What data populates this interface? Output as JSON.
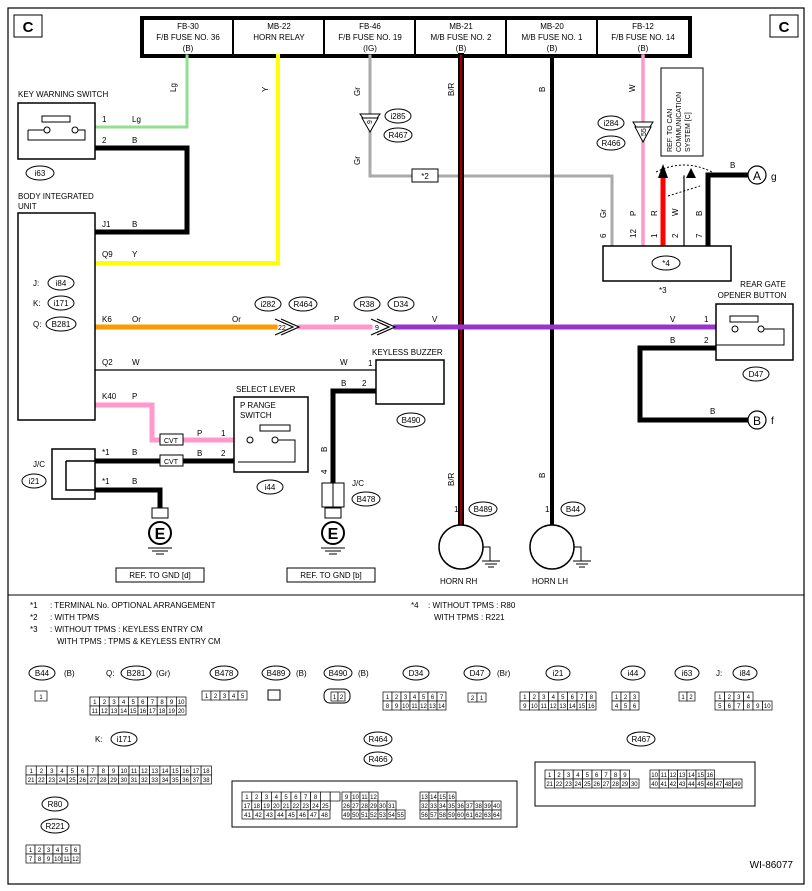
{
  "corner_label": "C",
  "fuses": [
    {
      "l1": "FB-30",
      "l2": "F/B FUSE NO. 36",
      "l3": "(B)"
    },
    {
      "l1": "MB-22",
      "l2": "HORN RELAY",
      "l3": ""
    },
    {
      "l1": "FB-46",
      "l2": "F/B FUSE NO. 19",
      "l3": "(IG)"
    },
    {
      "l1": "MB-21",
      "l2": "M/B FUSE NO. 2",
      "l3": "(B)"
    },
    {
      "l1": "MB-20",
      "l2": "M/B FUSE NO. 1",
      "l3": "(B)"
    },
    {
      "l1": "FB-12",
      "l2": "F/B FUSE NO. 14",
      "l3": "(B)"
    }
  ],
  "colors": {
    "lg": "#90e090",
    "y": "#ffff00",
    "or": "#ff9900",
    "p": "#ff99cc",
    "v": "#9933cc",
    "gr": "#aaaaaa",
    "br": "#990000",
    "r": "#ff0000",
    "b": "#000000"
  },
  "components": {
    "key_warning_switch": "KEY WARNING SWITCH",
    "i63": "i63",
    "body_unit_1": "BODY INTEGRATED",
    "body_unit_2": "UNIT",
    "j_label": "J:",
    "k_label": "K:",
    "q_label": "Q:",
    "i84": "i84",
    "i171": "i171",
    "b281": "B281",
    "keyless_buzzer": "KEYLESS BUZZER",
    "b490": "B490",
    "select_lever": "SELECT LEVER",
    "p_range_1": "P RANGE",
    "p_range_2": "SWITCH",
    "i44": "i44",
    "jc": "J/C",
    "i21": "i21",
    "b478": "B478",
    "horn_rh": "HORN RH",
    "horn_lh": "HORN LH",
    "b489": "B489",
    "b44": "B44",
    "rear_gate_1": "REAR GATE",
    "rear_gate_2": "OPENER BUTTON",
    "d47": "D47",
    "star4": "*4",
    "star3": "*3",
    "ref_can_1": "REF. TO CAN",
    "ref_can_2": "COMMUNICATION",
    "ref_can_3": "SYSTEM [C]",
    "ref_gnd_d": "REF. TO GND [d]",
    "ref_gnd_b": "REF. TO GND [b]",
    "conn_i282": "i282",
    "conn_r464": "R464",
    "conn_r38": "R38",
    "conn_d34": "D34",
    "conn_i285": "i285",
    "conn_r467": "R467",
    "conn_i284": "i284",
    "conn_r466": "R466",
    "off_a": "A",
    "off_a_sub": "g",
    "off_b": "B",
    "off_b_sub": "f",
    "cvt": "CVT",
    "star2": "*2",
    "star1": "*1"
  },
  "wire_labels": {
    "lg": "Lg",
    "y": "Y",
    "b": "B",
    "gr": "Gr",
    "br": "B/R",
    "w": "W",
    "or": "Or",
    "p": "P",
    "v": "V",
    "r": "R",
    "pin1": "1",
    "pin2": "2",
    "pin4": "4",
    "pin6": "6",
    "pin7": "7",
    "pin9": "9",
    "pin12": "12",
    "pin22": "22",
    "pin55": "55",
    "j1": "J1",
    "q9": "Q9",
    "k6": "K6",
    "q2": "Q2",
    "k40": "K40"
  },
  "notes": [
    {
      "mark": "*1",
      "text": ": TERMINAL No. OPTIONAL ARRANGEMENT"
    },
    {
      "mark": "*2",
      "text": ": WITH TPMS"
    },
    {
      "mark": "*3",
      "text": ": WITHOUT TPMS  : KEYLESS ENTRY CM"
    },
    {
      "mark": "",
      "text": "WITH TPMS  : TPMS & KEYLESS ENTRY CM"
    },
    {
      "mark": "*4",
      "text": ": WITHOUT TPMS  : R80"
    },
    {
      "mark": "",
      "text": "WITH TPMS  : R221"
    }
  ],
  "connectors": {
    "b44": "B44",
    "b44c": "(B)",
    "qb281": "Q:",
    "b281": "B281",
    "b281c": "(Gr)",
    "b478": "B478",
    "b489": "B489",
    "b489c": "(B)",
    "b490": "B490",
    "b490c": "(B)",
    "d34": "D34",
    "d47": "D47",
    "d47c": "(Br)",
    "i21": "i21",
    "i44": "i44",
    "i63": "i63",
    "ji84": "J:",
    "i84": "i84",
    "ki171": "K:",
    "i171": "i171",
    "r464": "R464",
    "r466": "R466",
    "r467": "R467",
    "r80": "R80",
    "r221": "R221"
  },
  "footer_id": "WI-86077"
}
